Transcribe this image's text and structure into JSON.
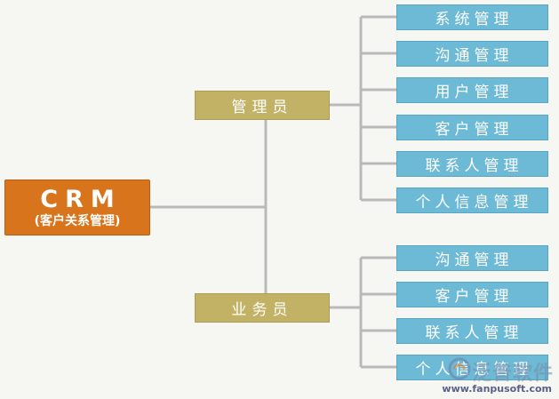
{
  "root": {
    "title": "CRM",
    "subtitle": "(客户关系管理)"
  },
  "roles": [
    {
      "label": "管理员",
      "children": [
        "系统管理",
        "沟通管理",
        "用户管理",
        "客户管理",
        "联系人管理",
        "个人信息管理"
      ]
    },
    {
      "label": "业务员",
      "children": [
        "沟通管理",
        "客户管理",
        "联系人管理",
        "个人信息管理"
      ]
    }
  ],
  "watermark": {
    "text": "泛普软件",
    "url": "www.fanpusoft.com"
  },
  "colors": {
    "root": "#d8741c",
    "role": "#c2b265",
    "leaf": "#6dbad6",
    "connector": "#b9b9b9"
  }
}
